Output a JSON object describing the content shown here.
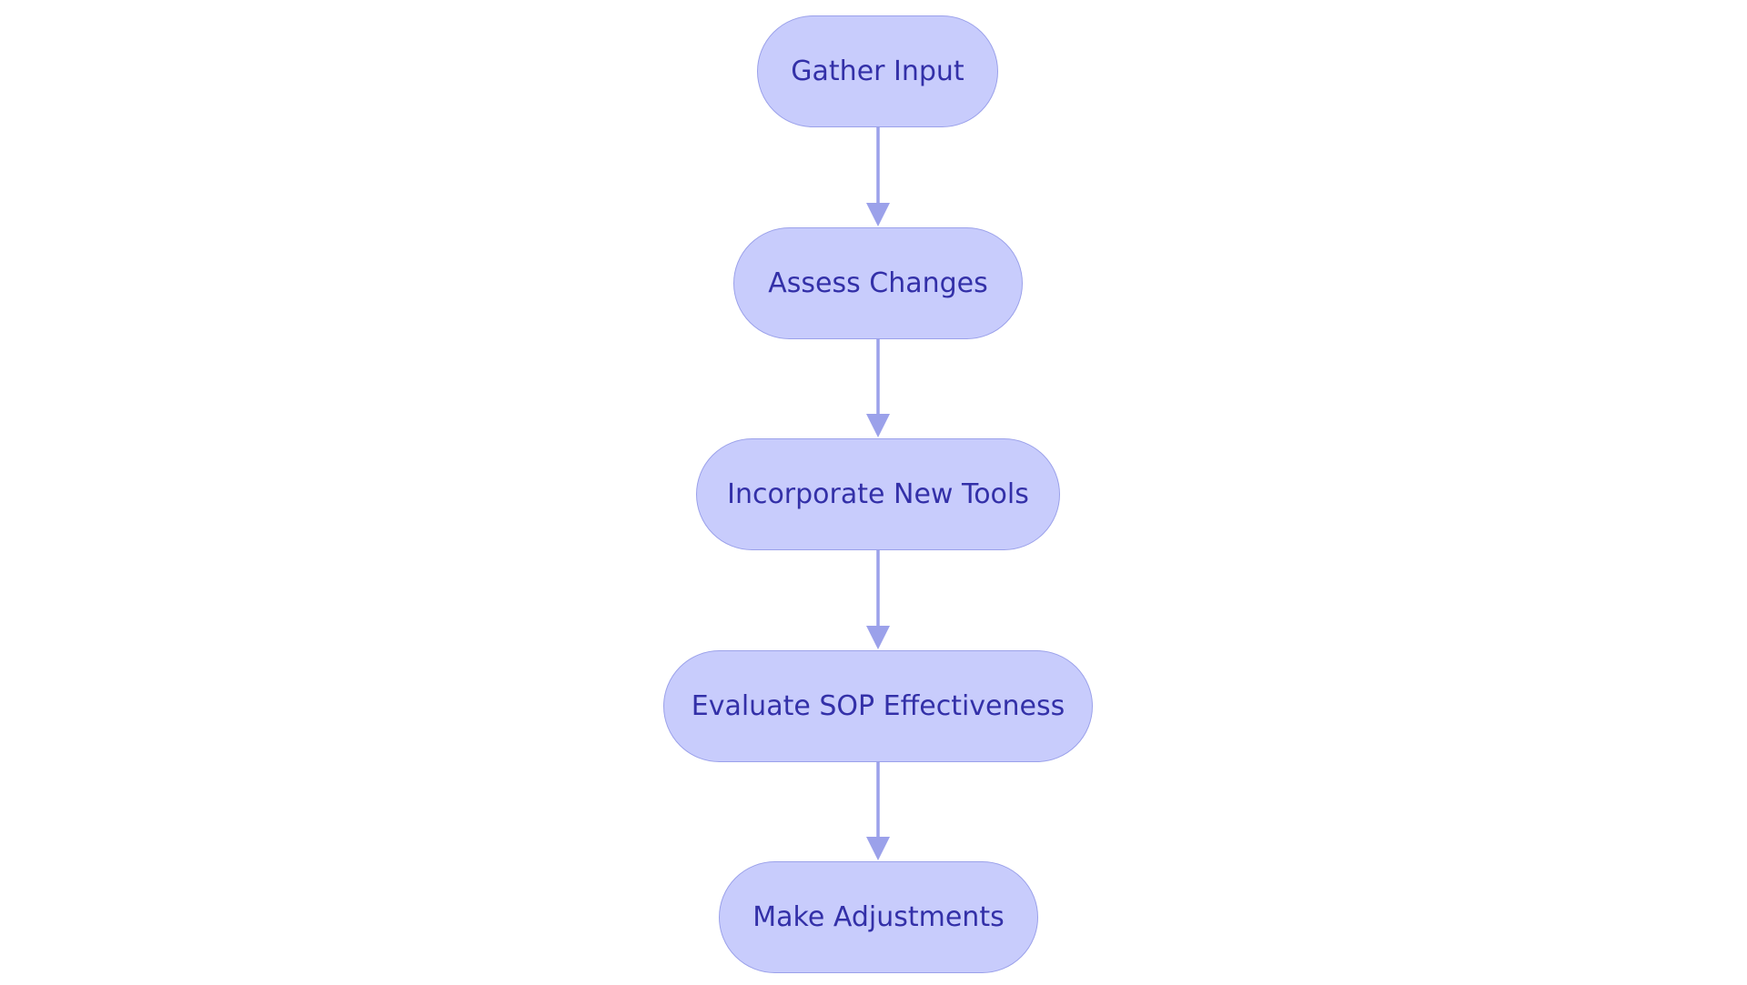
{
  "diagram": {
    "type": "flowchart",
    "direction": "top-to-bottom",
    "colors": {
      "node_fill": "#c8ccfc",
      "node_stroke": "#9ba1ea",
      "node_text": "#3330a8",
      "edge": "#9ba1ea",
      "background": "#ffffff"
    },
    "nodes": [
      {
        "id": "gather-input",
        "label": "Gather Input"
      },
      {
        "id": "assess-changes",
        "label": "Assess Changes"
      },
      {
        "id": "incorporate-new-tools",
        "label": "Incorporate New Tools"
      },
      {
        "id": "evaluate-sop-effectiveness",
        "label": "Evaluate SOP Effectiveness"
      },
      {
        "id": "make-adjustments",
        "label": "Make Adjustments"
      }
    ],
    "edges": [
      {
        "from": "gather-input",
        "to": "assess-changes"
      },
      {
        "from": "assess-changes",
        "to": "incorporate-new-tools"
      },
      {
        "from": "incorporate-new-tools",
        "to": "evaluate-sop-effectiveness"
      },
      {
        "from": "evaluate-sop-effectiveness",
        "to": "make-adjustments"
      }
    ]
  }
}
